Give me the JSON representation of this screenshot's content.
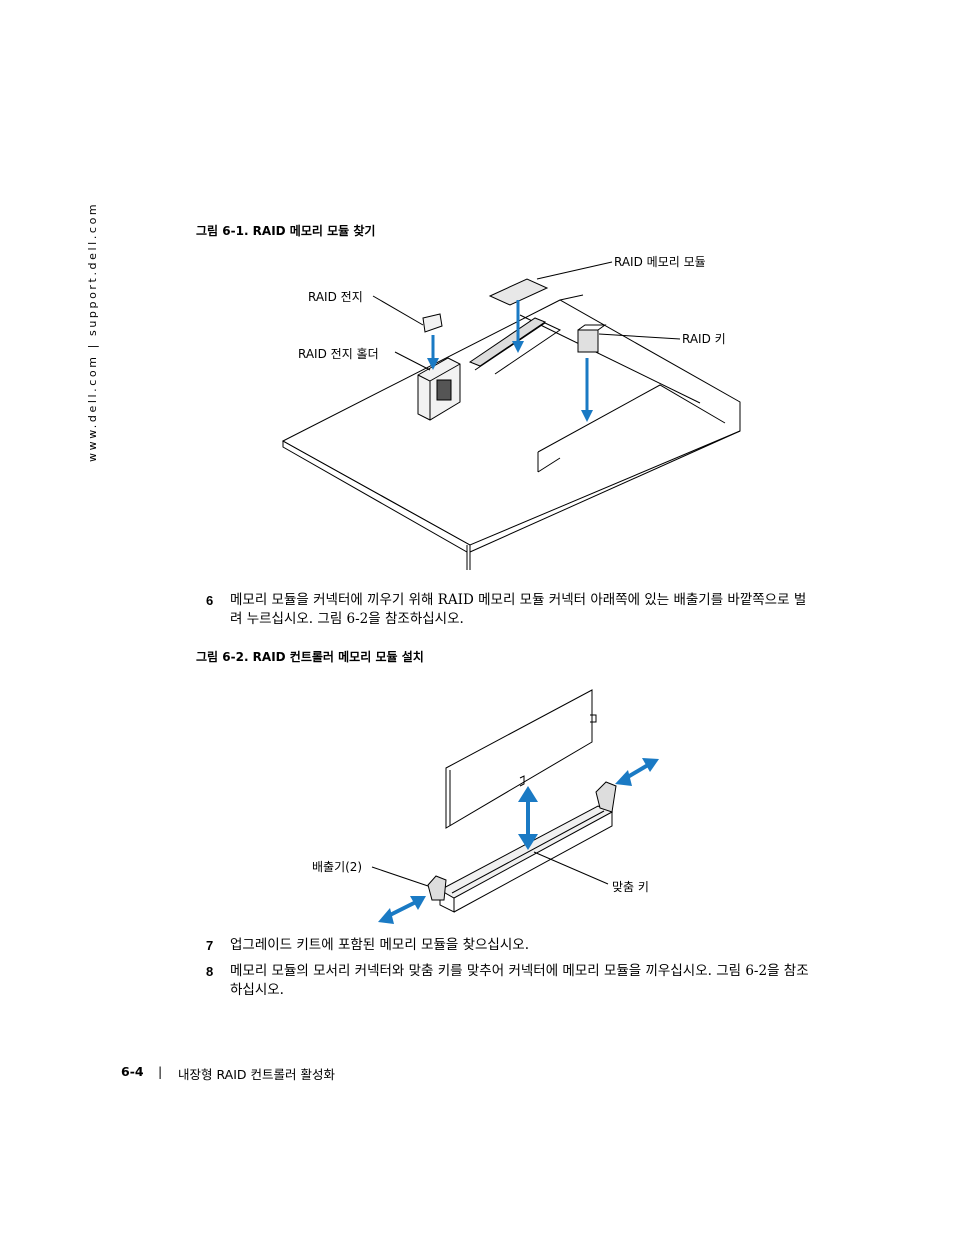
{
  "sidebar": {
    "url": "www.dell.com | support.dell.com"
  },
  "figure1": {
    "caption": "그림 6-1.    RAID 메모리 모듈 찾기",
    "labels": {
      "memory_module": "RAID 메모리 모듈",
      "battery": "RAID 전지",
      "battery_holder": "RAID 전지 홀더",
      "key": "RAID 키"
    }
  },
  "steps": [
    {
      "num": "6",
      "text": "메모리 모듈을 커넥터에 끼우기 위해 RAID 메모리 모듈 커넥터 아래쪽에 있는 배출기를 바깥쪽으로 벌려 누르십시오. 그림 6-2을 참조하십시오."
    },
    {
      "num": "7",
      "text": "업그레이드 키트에 포함된 메모리 모듈을 찾으십시오."
    },
    {
      "num": "8",
      "text": "메모리 모듈의 모서리 커넥터와 맞춤 키를 맞추어 커넥터에 메모리 모듈을 끼우십시오. 그림 6-2을 참조하십시오."
    }
  ],
  "figure2": {
    "caption": "그림 6-2.    RAID 컨트롤러 메모리 모듈 설치",
    "labels": {
      "ejectors": "배출기(2)",
      "alignment_key": "맞춤 키"
    }
  },
  "footer": {
    "page": "6-4",
    "separator": "|",
    "title": "내장형 RAID 컨트롤러 활성화"
  },
  "colors": {
    "arrow_blue": "#1a7ac4",
    "line": "#000000"
  }
}
